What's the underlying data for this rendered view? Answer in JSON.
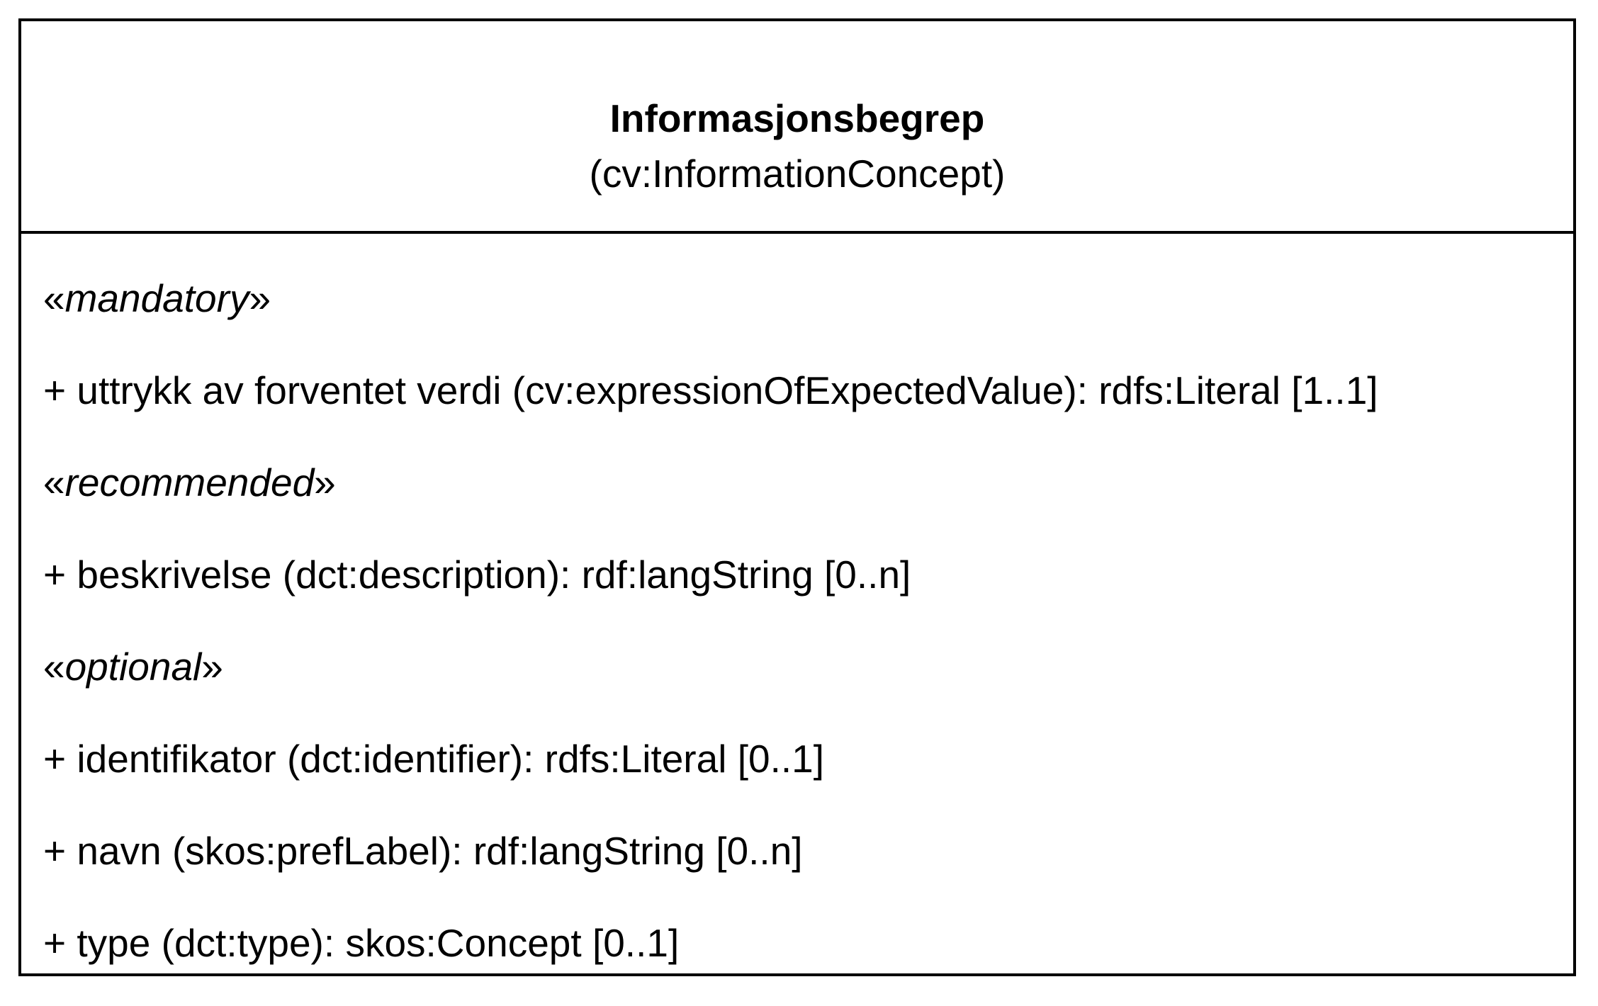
{
  "class": {
    "name": "Informasjonsbegrep",
    "uri": "(cv:InformationConcept)"
  },
  "stereotype_open": "«",
  "stereotype_close": "»",
  "rows": [
    {
      "kind": "stereotype",
      "text": "mandatory"
    },
    {
      "kind": "attribute",
      "text": "+ uttrykk av forventet verdi (cv:expressionOfExpectedValue): rdfs:Literal [1..1]"
    },
    {
      "kind": "stereotype",
      "text": "recommended"
    },
    {
      "kind": "attribute",
      "text": "+ beskrivelse (dct:description): rdf:langString [0..n]"
    },
    {
      "kind": "stereotype",
      "text": "optional"
    },
    {
      "kind": "attribute",
      "text": "+ identifikator (dct:identifier): rdfs:Literal [0..1]"
    },
    {
      "kind": "attribute",
      "text": "+ navn (skos:prefLabel): rdf:langString [0..n]"
    },
    {
      "kind": "attribute",
      "text": "+ type (dct:type): skos:Concept [0..1]"
    }
  ]
}
